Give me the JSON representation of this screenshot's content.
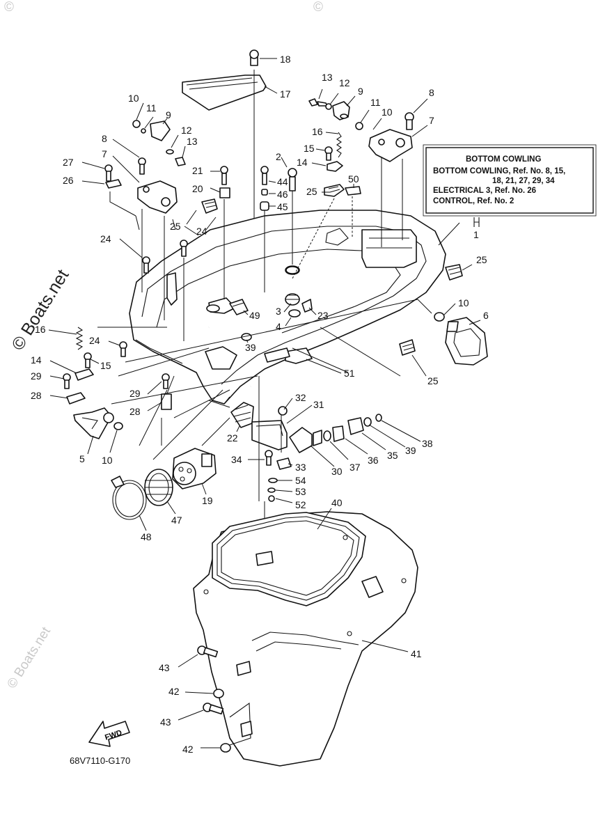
{
  "diagram": {
    "code": "68V7110-G170",
    "fwd_label": "FWD",
    "watermarks": {
      "main": "© Boats.net",
      "faint": "© Boats.net",
      "copyright_symbol": "©"
    },
    "ref_box": {
      "title": "BOTTOM COWLING",
      "line1": "BOTTOM COWLING,  Ref. No. 8, 15,",
      "line2": "18, 21, 27, 29, 34",
      "line3": "ELECTRICAL 3,  Ref. No. 26",
      "line4": "CONTROL,  Ref. No. 2"
    },
    "callouts": {
      "c18": "18",
      "c17": "17",
      "c13a": "13",
      "c12a": "12",
      "c9a": "9",
      "c11a": "11",
      "c10a": "10",
      "c8a": "8",
      "c7a": "7",
      "c16a": "16",
      "c15a": "15",
      "c14a": "14",
      "c2": "2",
      "c44": "44",
      "c46": "46",
      "c45": "45",
      "c21": "21",
      "c20": "20",
      "c25a": "25",
      "c50": "50",
      "c10b": "10",
      "c11b": "11",
      "c9b": "9",
      "c12b": "12",
      "c13b": "13",
      "c8b": "8",
      "c7b": "7",
      "c27": "27",
      "c26": "26",
      "c25b": "25",
      "c24a": "24",
      "c24b": "24",
      "c1": "1",
      "c25c": "25",
      "c10c": "10",
      "c6": "6",
      "c3": "3",
      "c4": "4",
      "c23": "23",
      "c49": "49",
      "c39a": "39",
      "c16b": "16",
      "c24c": "24",
      "c15b": "15",
      "c14b": "14",
      "c29a": "29",
      "c28a": "28",
      "c51": "51",
      "c25d": "25",
      "c29b": "29",
      "c28b": "28",
      "c5": "5",
      "c10d": "10",
      "c32": "32",
      "c31": "31",
      "c22": "22",
      "c34": "34",
      "c33": "33",
      "c54": "54",
      "c53": "53",
      "c52": "52",
      "c30": "30",
      "c37": "37",
      "c36": "36",
      "c35": "35",
      "c39b": "39",
      "c38": "38",
      "c19": "19",
      "c47": "47",
      "c48": "48",
      "c40": "40",
      "c41": "41",
      "c43a": "43",
      "c42a": "42",
      "c43b": "43",
      "c42b": "42"
    }
  }
}
